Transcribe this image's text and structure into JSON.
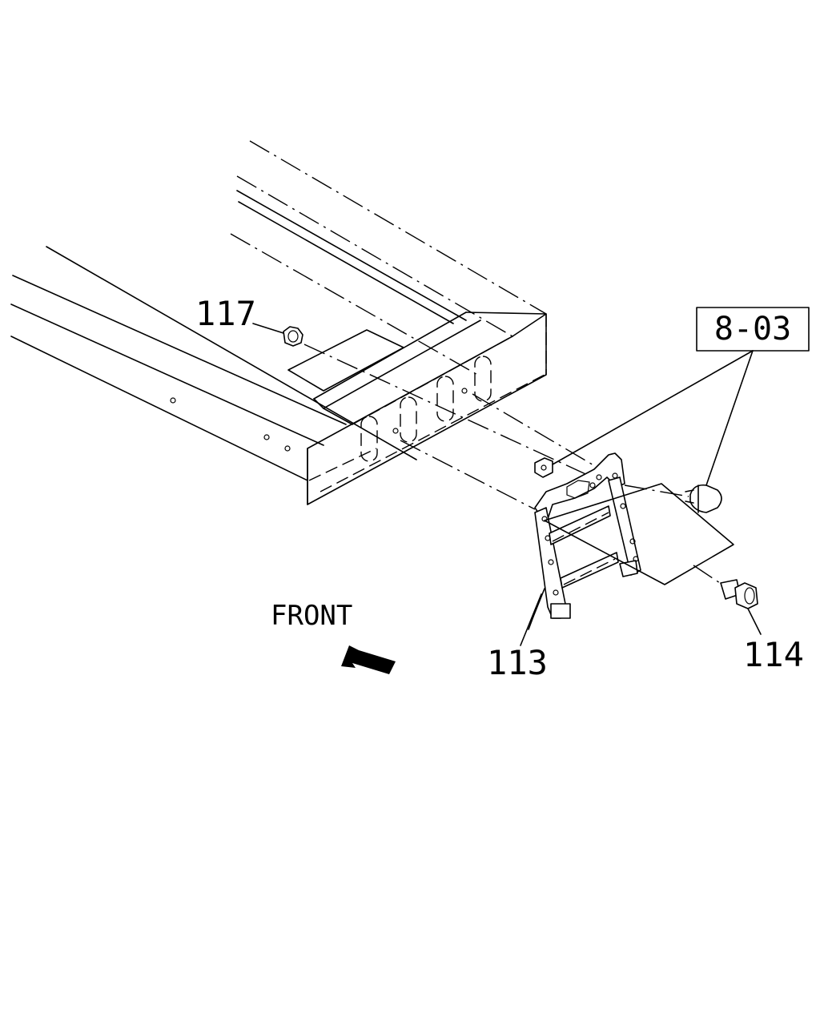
{
  "labels": {
    "part_117": "117",
    "part_113": "113",
    "part_114": "114",
    "ref_box": "8-03",
    "front": "FRONT"
  }
}
